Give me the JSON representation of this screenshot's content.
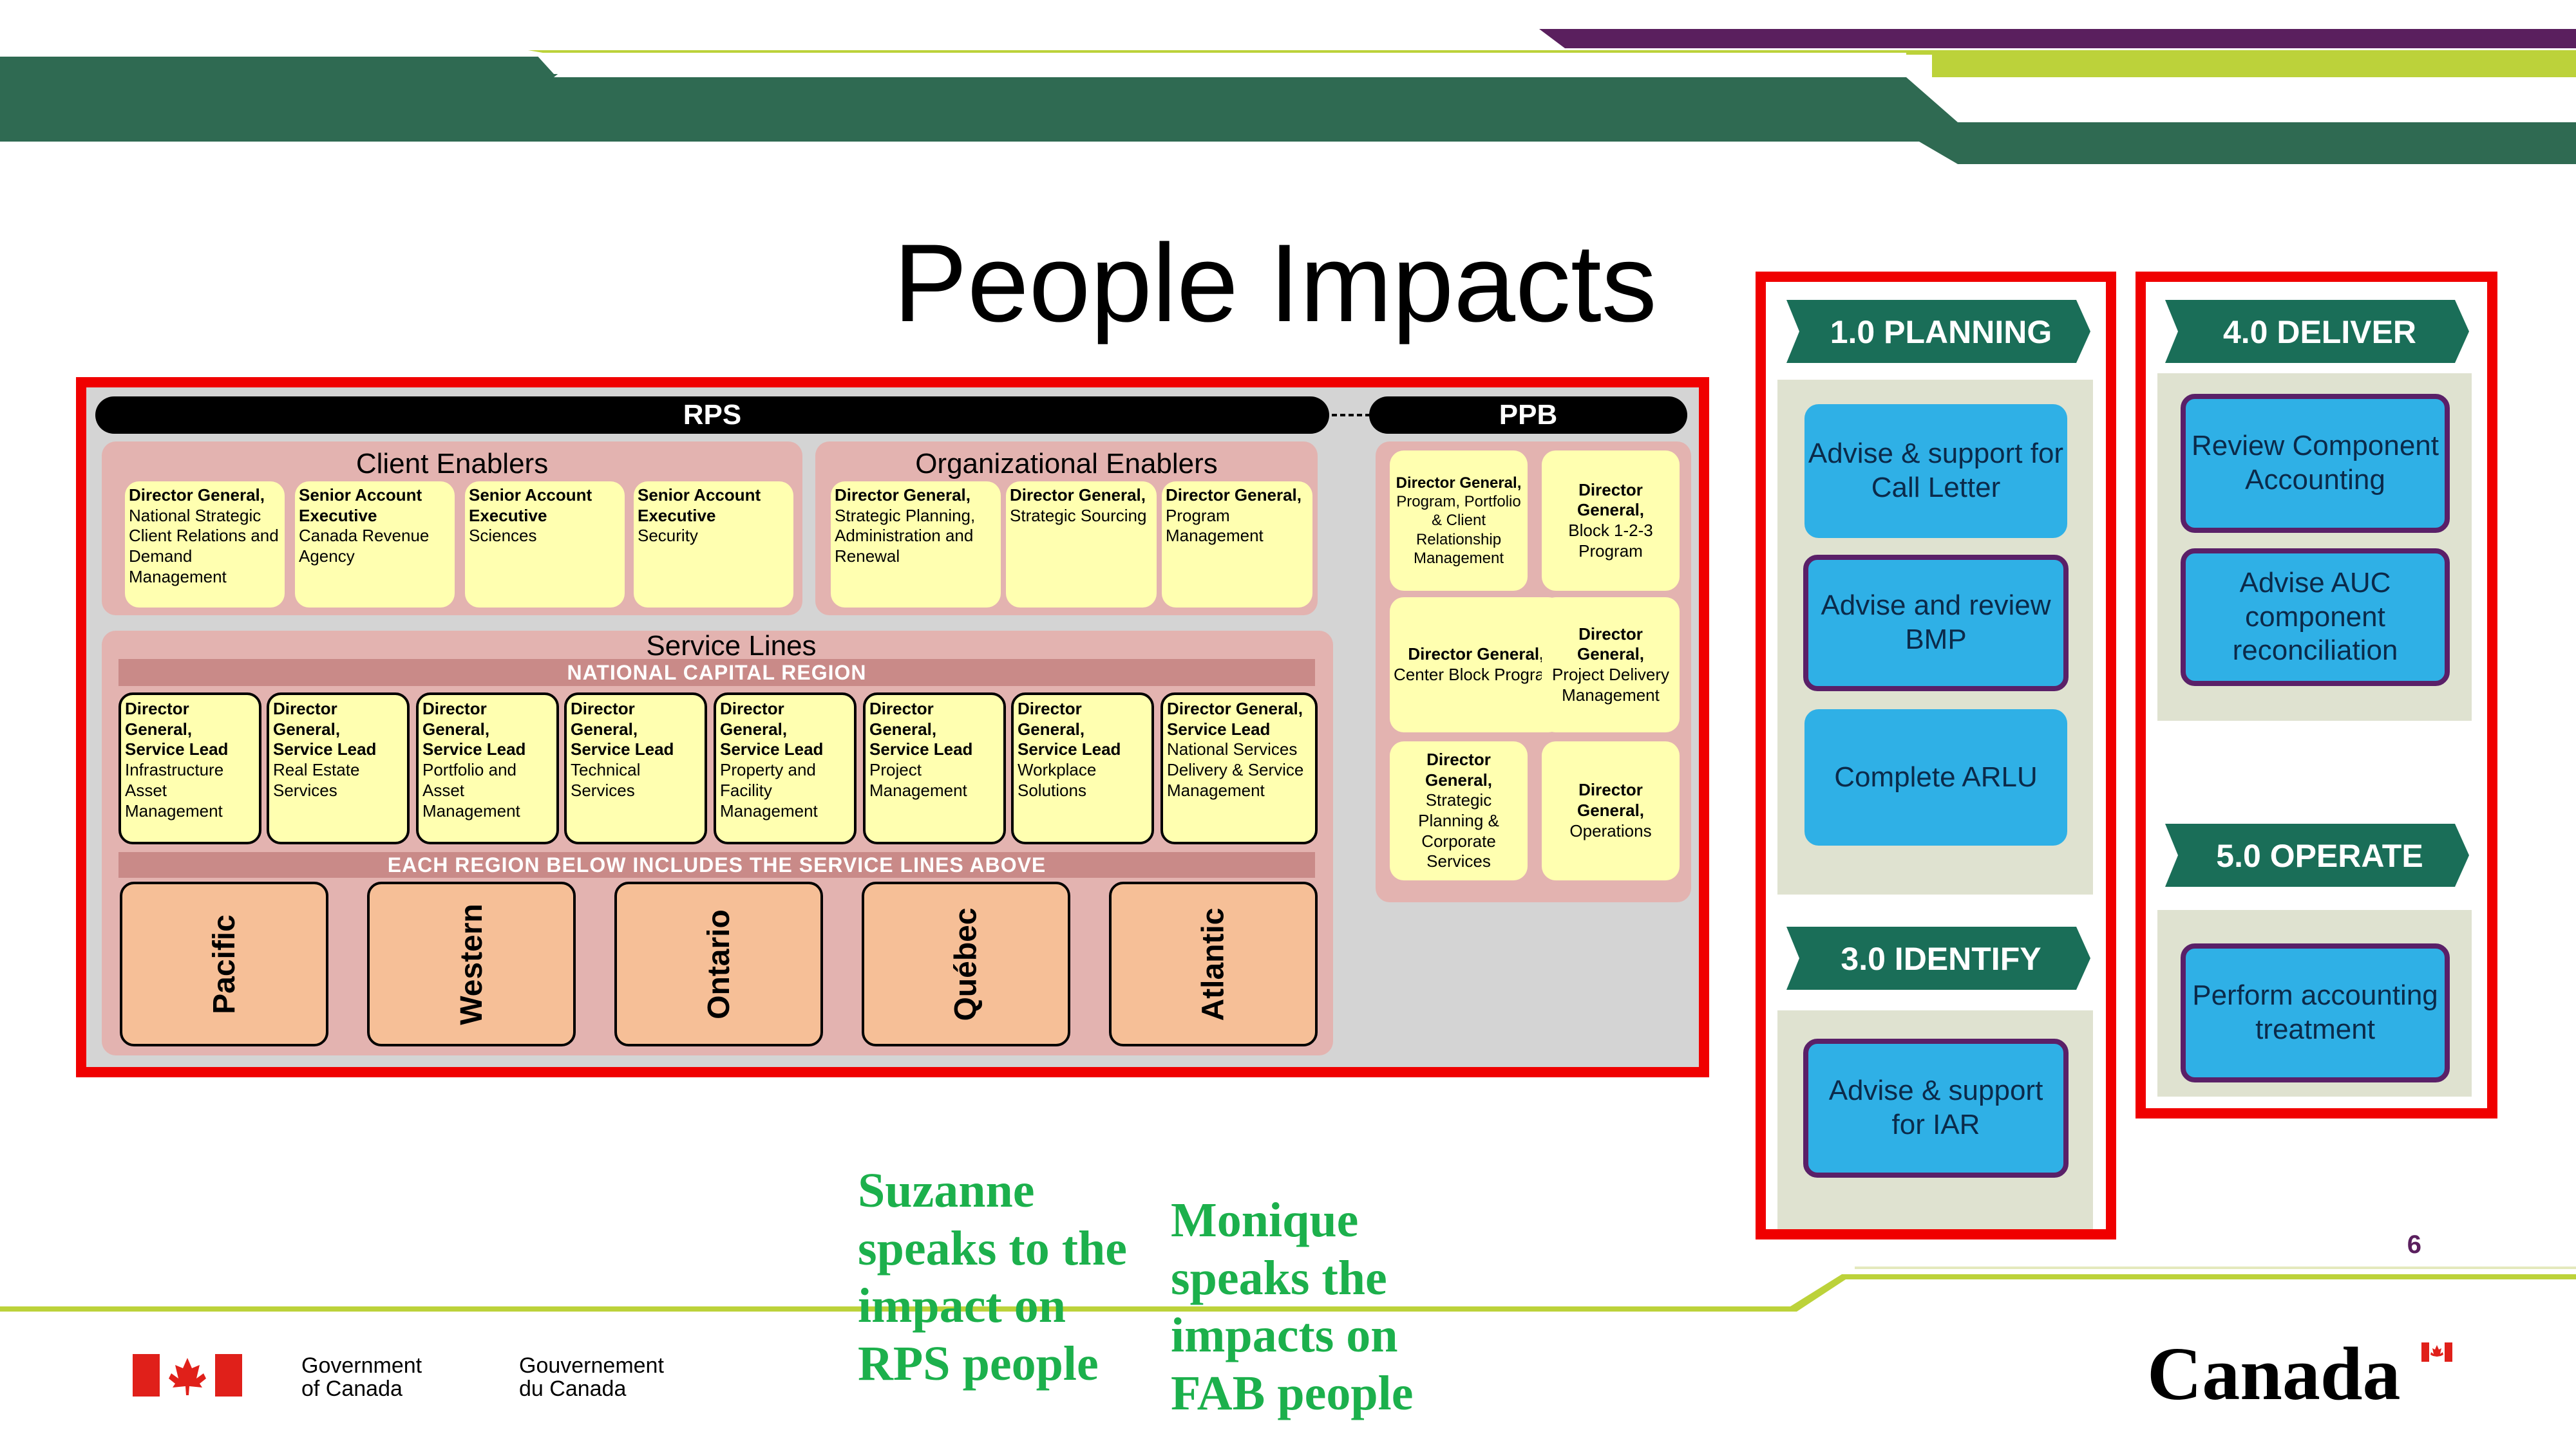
{
  "slide": {
    "title": "People Impacts",
    "page_number": "6",
    "colors": {
      "dark_green": "#2f6a52",
      "lime": "#bcd23a",
      "purple": "#5a1f5e",
      "red": "#f00000",
      "green_text": "#1cb04c"
    }
  },
  "rps": {
    "label": "RPS",
    "client_enablers": {
      "title": "Client Enablers",
      "cards": [
        {
          "bold": "Director General,",
          "text": "National Strategic Client Relations and Demand Management"
        },
        {
          "bold": "Senior Account Executive",
          "text": "Canada Revenue Agency"
        },
        {
          "bold": "Senior Account Executive",
          "text": "Sciences"
        },
        {
          "bold": "Senior Account Executive",
          "text": "Security"
        }
      ]
    },
    "org_enablers": {
      "title": "Organizational Enablers",
      "cards": [
        {
          "bold": "Director General,",
          "text": "Strategic Planning, Administration and Renewal"
        },
        {
          "bold": "Director General,",
          "text": "Strategic Sourcing"
        },
        {
          "bold": "Director General,",
          "text": "Program Management"
        }
      ]
    },
    "service_lines": {
      "title": "Service Lines",
      "ncr_band": "NATIONAL CAPITAL REGION",
      "cards": [
        {
          "bold": "Director General, Service Lead",
          "text": "Infrastructure Asset Management"
        },
        {
          "bold": "Director General, Service Lead",
          "text": "Real Estate Services"
        },
        {
          "bold": "Director General, Service Lead",
          "text": "Portfolio and Asset Management"
        },
        {
          "bold": "Director General, Service Lead",
          "text": "Technical Services"
        },
        {
          "bold": "Director General, Service Lead",
          "text": "Property and Facility Management"
        },
        {
          "bold": "Director General, Service Lead",
          "text": "Project Management"
        },
        {
          "bold": "Director General, Service Lead",
          "text": "Workplace Solutions"
        },
        {
          "bold": "Director General, Service Lead",
          "text": "National Services Delivery & Service Management"
        }
      ],
      "region_band": "EACH REGION BELOW INCLUDES THE SERVICE LINES ABOVE",
      "regions": [
        "Pacific",
        "Western",
        "Ontario",
        "Québec",
        "Atlantic"
      ]
    }
  },
  "ppb": {
    "label": "PPB",
    "cards": [
      {
        "bold": "Director General,",
        "text": "Program, Portfolio & Client Relationship Management"
      },
      {
        "bold": "Director General,",
        "text": "Block 1-2-3 Program"
      },
      {
        "bold": "Director General,",
        "text": "Center Block Program"
      },
      {
        "bold": "Director General,",
        "text": "Project Delivery Management"
      },
      {
        "bold": "Director General,",
        "text": "Strategic Planning & Corporate Services"
      },
      {
        "bold": "Director General,",
        "text": "Operations"
      }
    ]
  },
  "phases": {
    "planning": {
      "label": "1.0 PLANNING",
      "items": [
        "Advise & support for Call Letter",
        "Advise and review BMP",
        "Complete ARLU"
      ]
    },
    "identify": {
      "label": "3.0 IDENTIFY",
      "items": [
        "Advise & support for IAR"
      ]
    },
    "deliver": {
      "label": "4.0 DELIVER",
      "items": [
        "Review Component Accounting",
        "Advise AUC component reconciliation"
      ]
    },
    "operate": {
      "label": "5.0 OPERATE",
      "items": [
        "Perform accounting treatment"
      ]
    }
  },
  "notes": {
    "suzanne": "Suzanne speaks to the impact on RPS people",
    "monique": "Monique speaks the impacts on FAB people"
  },
  "footer": {
    "gov_en": "Government\nof Canada",
    "gov_fr": "Gouvernement\ndu Canada",
    "wordmark": "Canada"
  }
}
